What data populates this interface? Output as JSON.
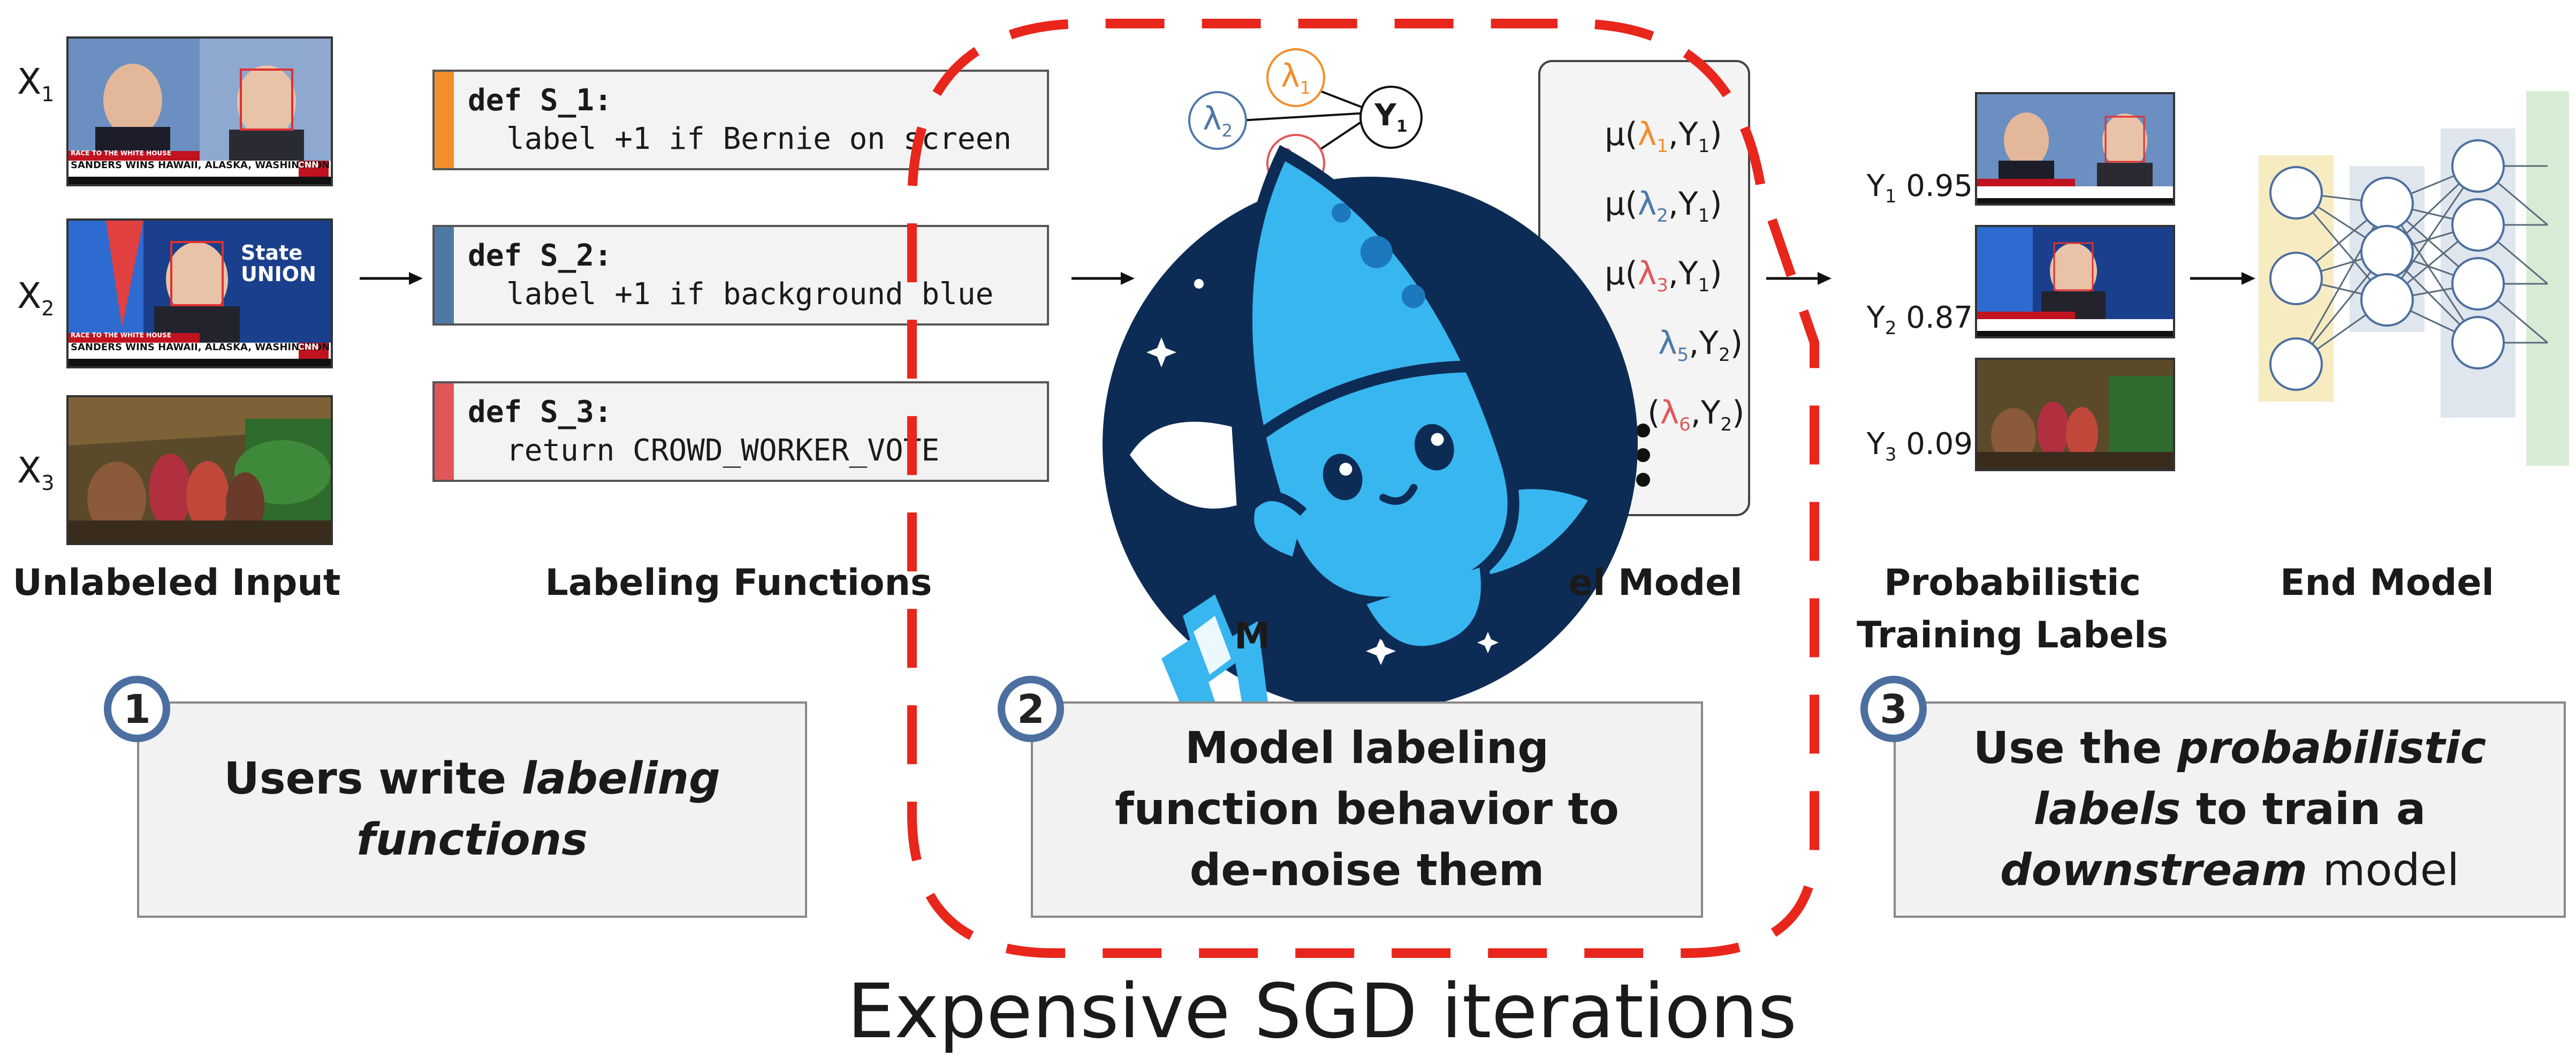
{
  "inputs": [
    {
      "label": "X",
      "sub": "1",
      "caption": "SANDERS WINS HAWAII, ALASKA, WASHINGTON",
      "tag": "RACE TO THE WHITE HOUSE",
      "brand": "CNN"
    },
    {
      "label": "X",
      "sub": "2",
      "caption": "SANDERS WINS HAWAII, ALASKA, WASHINGTON",
      "tag": "RACE TO THE WHITE HOUSE",
      "brand": "CNN",
      "overlay": "State UNION"
    },
    {
      "label": "X",
      "sub": "3"
    }
  ],
  "labels": {
    "unlabeled_input": "Unlabeled Input",
    "labeling_functions": "Labeling Functions",
    "label_model_partial": "el Model",
    "label_model_fragment": "M",
    "probabilistic_line1": "Probabilistic",
    "probabilistic_line2": "Training Labels",
    "end_model": "End Model"
  },
  "labeling_functions": [
    {
      "def": "def S_1:",
      "body": "label +1 if Bernie on screen",
      "color": "#f28e2b"
    },
    {
      "def": "def S_2:",
      "body": "label +1 if background blue",
      "color": "#4e79a7"
    },
    {
      "def": "def S_3:",
      "body": "return CROWD_WORKER_VOTE",
      "color": "#e15759"
    }
  ],
  "graph": {
    "lambdas": [
      {
        "sym": "λ",
        "sub": "1",
        "color": "#f28e2b"
      },
      {
        "sym": "λ",
        "sub": "2",
        "color": "#4e79a7"
      },
      {
        "sym": "λ",
        "sub": "3",
        "color": "#e15759"
      }
    ],
    "y_node": {
      "sym": "Y",
      "sub": "1"
    }
  },
  "mu_rows": [
    {
      "mu": "μ(",
      "lam": "λ",
      "lsub": "1",
      "lcolor": "#f28e2b",
      "y": "Y",
      "ysub": "1"
    },
    {
      "mu": "μ(",
      "lam": "λ",
      "lsub": "2",
      "lcolor": "#4e79a7",
      "y": "Y",
      "ysub": "1"
    },
    {
      "mu": "μ(",
      "lam": "λ",
      "lsub": "3",
      "lcolor": "#e15759",
      "y": "Y",
      "ysub": "1"
    },
    {
      "mu": "",
      "lam": "λ",
      "lsub": "5",
      "lcolor": "#4e79a7",
      "y": "Y",
      "ysub": "2"
    },
    {
      "mu": "(",
      "lam": "λ",
      "lsub": "6",
      "lcolor": "#e15759",
      "y": "Y",
      "ysub": "2"
    }
  ],
  "prob_labels": [
    {
      "y": "Y",
      "sub": "1",
      "value": "0.95"
    },
    {
      "y": "Y",
      "sub": "2",
      "value": "0.87"
    },
    {
      "y": "Y",
      "sub": "3",
      "value": "0.09"
    }
  ],
  "steps": [
    {
      "num": "1",
      "text_html": "Users write <i>labeling<br>functions</i>"
    },
    {
      "num": "2",
      "text_html": "Model labeling<br>function behavior to<br>de-noise them"
    },
    {
      "num": "3",
      "text_html": "Use the <i>probabilistic<br>labels</i> to train a<br><i>downstream</i> <span style=\"font-weight:normal\">model</span>"
    }
  ],
  "sgd_label": "Expensive SGD iterations",
  "colors": {
    "dashed_outline": "#e8261c",
    "step_circle": "#4c6fa0",
    "mascot_dark": "#0d2c55",
    "mascot_light": "#38b6f0"
  },
  "icons": [
    "arrow-right-icon",
    "rocket-squid-mascot-icon",
    "vertical-ellipsis-icon",
    "neural-network-icon"
  ]
}
